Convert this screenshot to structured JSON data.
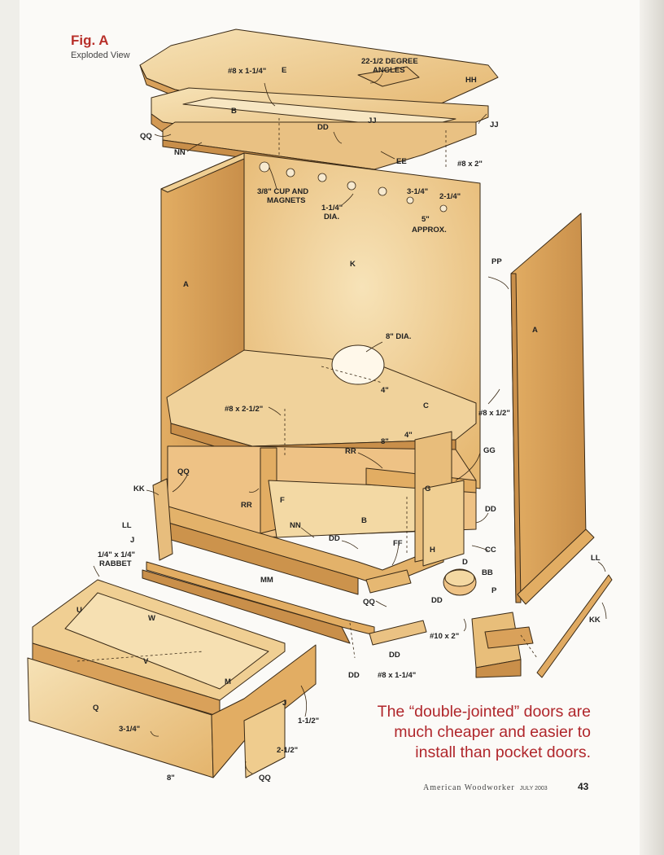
{
  "figure": {
    "title": "Fig. A",
    "subtitle": "Exploded View"
  },
  "labels": {
    "E": "E",
    "HH": "HH",
    "JJ_top": "JJ",
    "JJ_right": "JJ",
    "B_top": "B",
    "DD_top": "DD",
    "QQ_top": "QQ",
    "NN_top": "NN",
    "EE": "EE",
    "screw_8x2": "#8 x 2\"",
    "screw_8x114_top": "#8 x 1-1/4\"",
    "angles": "22-1/2 DEGREE",
    "angles2": "ANGLES",
    "cup_magnets1": "3/8\" CUP AND",
    "cup_magnets2": "MAGNETS",
    "dia114_1": "1-1/4\"",
    "dia114_2": "DIA.",
    "dim_314": "3-1/4\"",
    "dim_214": "2-1/4\"",
    "dim_5": "5\"",
    "approx": "APPROX.",
    "K": "K",
    "A_left": "A",
    "A_right": "A",
    "PP": "PP",
    "dia8": "8\" DIA.",
    "dim_4a": "4\"",
    "dim_4b": "4\"",
    "dim_8": "8\"",
    "C": "C",
    "screw_8x212": "#8 x 2-1/2\"",
    "screw_8x12": "#8 x 1/2\"",
    "RR_a": "RR",
    "RR_b": "RR",
    "GG": "GG",
    "G": "G",
    "QQ_mid": "QQ",
    "F": "F",
    "KK_left": "KK",
    "B_mid": "B",
    "DD_right": "DD",
    "LL_left": "LL",
    "J_left": "J",
    "NN_mid": "NN",
    "DD_mid": "DD",
    "FF": "FF",
    "H": "H",
    "CC": "CC",
    "rabbet1": "1/4\" x 1/4\"",
    "rabbet2": "RABBET",
    "MM": "MM",
    "D": "D",
    "BB": "BB",
    "LL_right": "LL",
    "QQ_low": "QQ",
    "DD_low": "DD",
    "P": "P",
    "screw_10x2": "#10 x 2\"",
    "KK_right": "KK",
    "U": "U",
    "W": "W",
    "V": "V",
    "M": "M",
    "Q": "Q",
    "DD_bot": "DD",
    "DD_bot2": "DD",
    "screw_8x114_bot": "#8 x 1-1/4\"",
    "dim_314b": "3-1/4\"",
    "dim_112": "1-1/2\"",
    "J_bot": "J",
    "dim_212": "2-1/2\"",
    "dim_8b": "8\"",
    "QQ_bot": "QQ"
  },
  "pull_quote": {
    "line1": "The “double-jointed” doors are",
    "line2": "much cheaper and easier to",
    "line3": "install than pocket doors."
  },
  "footer": {
    "publication": "American Woodworker",
    "date": "JULY 2003",
    "page_number": "43"
  },
  "colors": {
    "wood_light": "#f3d9a4",
    "wood_mid": "#e8be7a",
    "wood_dark": "#c98f4a",
    "outline": "#3a2a16",
    "accent_red": "#b0262b"
  }
}
